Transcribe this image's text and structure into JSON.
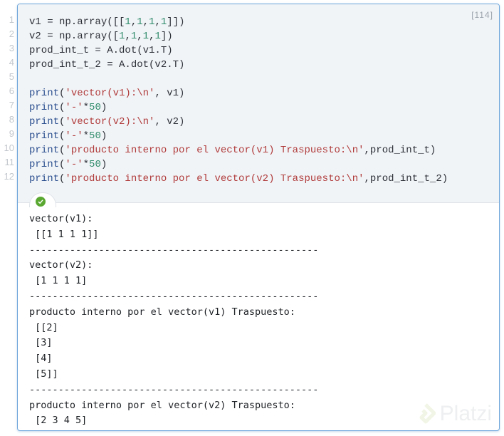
{
  "cell": {
    "execution_count": "[114]",
    "line_numbers": [
      "1",
      "2",
      "3",
      "4",
      "5",
      "6",
      "7",
      "8",
      "9",
      "10",
      "11",
      "12"
    ],
    "code_lines": [
      [
        {
          "t": "v1 = np.array([[",
          "c": ""
        },
        {
          "t": "1",
          "c": "num"
        },
        {
          "t": ",",
          "c": ""
        },
        {
          "t": "1",
          "c": "num"
        },
        {
          "t": ",",
          "c": ""
        },
        {
          "t": "1",
          "c": "num"
        },
        {
          "t": ",",
          "c": ""
        },
        {
          "t": "1",
          "c": "num"
        },
        {
          "t": "]])",
          "c": ""
        }
      ],
      [
        {
          "t": "v2 = np.array([",
          "c": ""
        },
        {
          "t": "1",
          "c": "num"
        },
        {
          "t": ",",
          "c": ""
        },
        {
          "t": "1",
          "c": "num"
        },
        {
          "t": ",",
          "c": ""
        },
        {
          "t": "1",
          "c": "num"
        },
        {
          "t": ",",
          "c": ""
        },
        {
          "t": "1",
          "c": "num"
        },
        {
          "t": "])",
          "c": ""
        }
      ],
      [
        {
          "t": "prod_int_t = A.dot(v1.T)",
          "c": ""
        }
      ],
      [
        {
          "t": "prod_int_t_2 = A.dot(v2.T)",
          "c": ""
        }
      ],
      [
        {
          "t": "",
          "c": ""
        }
      ],
      [
        {
          "t": "print",
          "c": "kw"
        },
        {
          "t": "(",
          "c": ""
        },
        {
          "t": "'vector(v1):\\n'",
          "c": "str"
        },
        {
          "t": ", v1)",
          "c": ""
        }
      ],
      [
        {
          "t": "print",
          "c": "kw"
        },
        {
          "t": "(",
          "c": ""
        },
        {
          "t": "'-'",
          "c": "str"
        },
        {
          "t": "*",
          "c": ""
        },
        {
          "t": "50",
          "c": "num"
        },
        {
          "t": ")",
          "c": ""
        }
      ],
      [
        {
          "t": "print",
          "c": "kw"
        },
        {
          "t": "(",
          "c": ""
        },
        {
          "t": "'vector(v2):\\n'",
          "c": "str"
        },
        {
          "t": ", v2)",
          "c": ""
        }
      ],
      [
        {
          "t": "print",
          "c": "kw"
        },
        {
          "t": "(",
          "c": ""
        },
        {
          "t": "'-'",
          "c": "str"
        },
        {
          "t": "*",
          "c": ""
        },
        {
          "t": "50",
          "c": "num"
        },
        {
          "t": ")",
          "c": ""
        }
      ],
      [
        {
          "t": "print",
          "c": "kw"
        },
        {
          "t": "(",
          "c": ""
        },
        {
          "t": "'producto interno por el vector(v1) Traspuesto:\\n'",
          "c": "str"
        },
        {
          "t": ",prod_int_t)",
          "c": ""
        }
      ],
      [
        {
          "t": "print",
          "c": "kw"
        },
        {
          "t": "(",
          "c": ""
        },
        {
          "t": "'-'",
          "c": "str"
        },
        {
          "t": "*",
          "c": ""
        },
        {
          "t": "50",
          "c": "num"
        },
        {
          "t": ")",
          "c": ""
        }
      ],
      [
        {
          "t": "print",
          "c": "kw"
        },
        {
          "t": "(",
          "c": ""
        },
        {
          "t": "'producto interno por el vector(v2) Traspuesto:\\n'",
          "c": "str"
        },
        {
          "t": ",prod_int_t_2)",
          "c": ""
        }
      ]
    ],
    "status_icon": "check-circle-icon",
    "output_lines": [
      "vector(v1):",
      " [[1 1 1 1]]",
      "--------------------------------------------------",
      "vector(v2):",
      " [1 1 1 1]",
      "--------------------------------------------------",
      "producto interno por el vector(v1) Traspuesto:",
      " [[2]",
      " [3]",
      " [4]",
      " [5]]",
      "--------------------------------------------------",
      "producto interno por el vector(v2) Traspuesto:",
      " [2 3 4 5]"
    ]
  },
  "watermark": {
    "text": "Platzi",
    "icon": "platzi-logo-icon"
  },
  "colors": {
    "cell_border": "#6fa7dc",
    "input_bg": "#f1f4f7",
    "keyword": "#2b4f8f",
    "string": "#b03b3b",
    "number": "#2e8b6a",
    "status_ok": "#5aa832"
  }
}
